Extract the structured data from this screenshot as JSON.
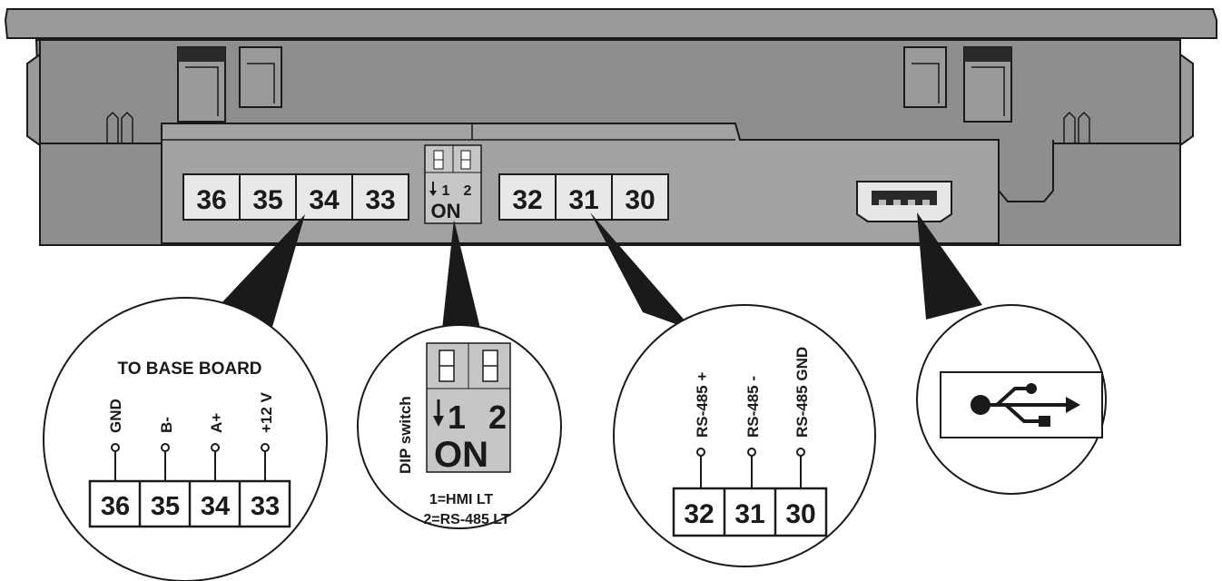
{
  "device_terminals_left": [
    "36",
    "35",
    "34",
    "33"
  ],
  "device_terminals_right": [
    "32",
    "31",
    "30"
  ],
  "device_dip": {
    "n1": "1",
    "n2": "2",
    "on": "ON"
  },
  "base_board": {
    "title": "TO BASE BOARD",
    "signals": [
      "GND",
      "B-",
      "A+",
      "+12 V"
    ],
    "terminals": [
      "36",
      "35",
      "34",
      "33"
    ]
  },
  "dip_switch": {
    "label": "DIP switch",
    "n1": "1",
    "n2": "2",
    "on": "ON",
    "note1": "1=HMI LT",
    "note2": "2=RS-485 LT"
  },
  "rs485": {
    "signals": [
      "RS-485 +",
      "RS-485 -",
      "RS-485 GND"
    ],
    "terminals": [
      "32",
      "31",
      "30"
    ]
  },
  "colors": {
    "housing": "#9a9a9a",
    "housing_dark": "#8a8a8a",
    "terminal": "#e8e8e8",
    "outline": "#1a1a1a"
  },
  "icons": [
    "usb-port-icon",
    "usb-symbol-icon"
  ]
}
